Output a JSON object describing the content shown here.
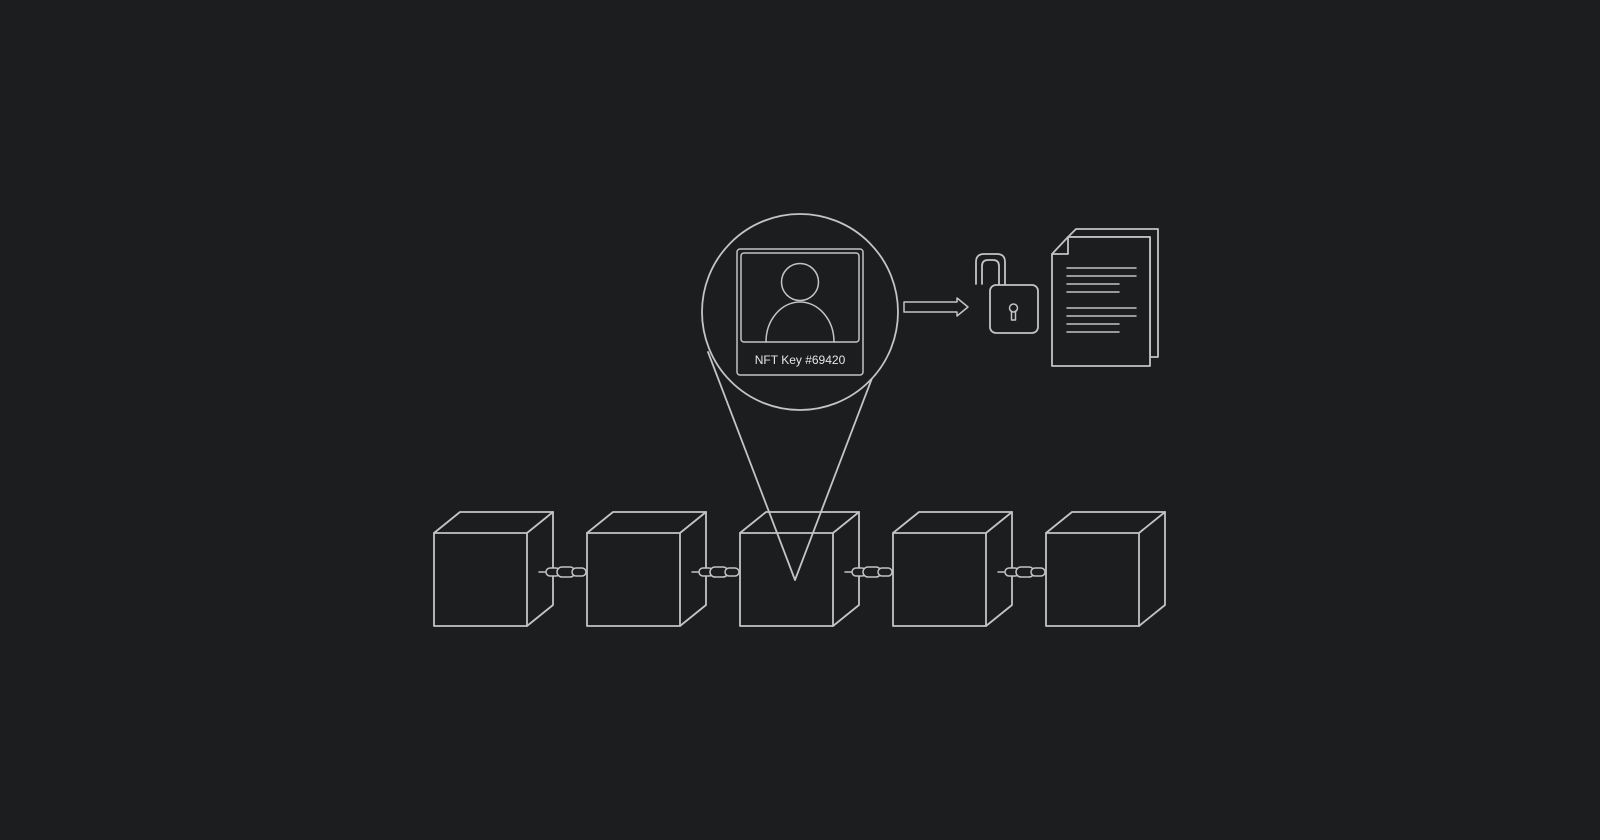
{
  "diagram": {
    "nft_card": {
      "label": "NFT Key #69420",
      "icon": "person-icon"
    },
    "blocks": [
      {
        "name": "block-1"
      },
      {
        "name": "block-2"
      },
      {
        "name": "block-3"
      },
      {
        "name": "block-4"
      },
      {
        "name": "block-5"
      }
    ],
    "links": [
      "chain-link-icon",
      "chain-link-icon",
      "chain-link-icon",
      "chain-link-icon"
    ],
    "arrow": "arrow-right-icon",
    "lock": "unlocked-padlock-icon",
    "documents": "documents-icon",
    "colors": {
      "background": "#1c1d1f",
      "stroke": "#c4c4c4",
      "text": "#e6e6e6"
    }
  }
}
